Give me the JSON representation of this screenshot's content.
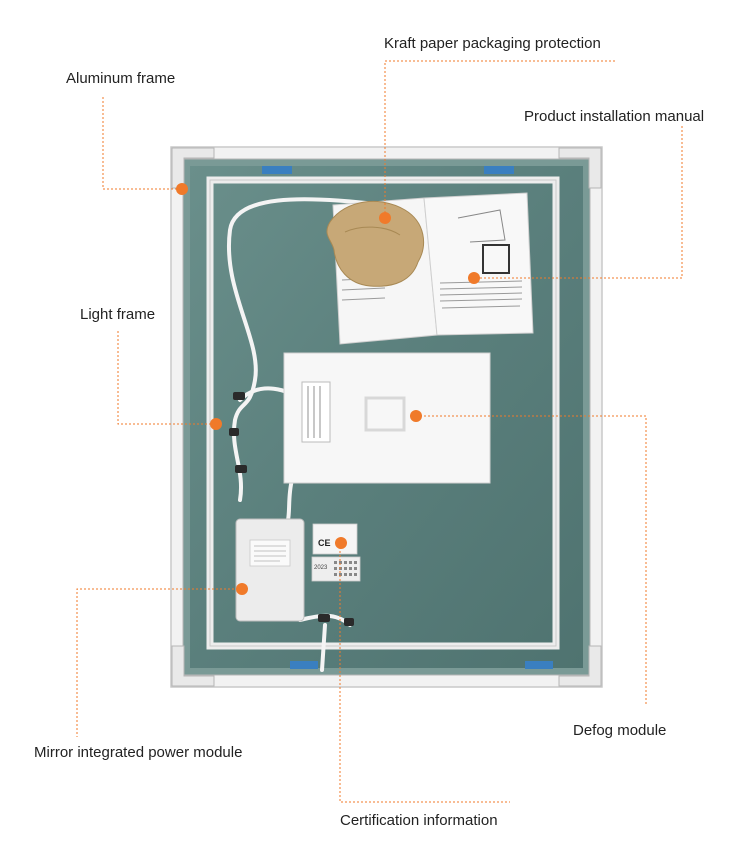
{
  "labels": {
    "aluminum_frame": "Aluminum frame",
    "kraft_paper": "Kraft paper packaging protection",
    "manual": "Product installation manual",
    "light_frame": "Light frame",
    "defog_module": "Defog module",
    "power_module": "Mirror integrated power module",
    "certification": "Certification information"
  },
  "cert_label": {
    "ce_mark": "CE",
    "year": "2023"
  },
  "colors": {
    "marker": "#f07a2a",
    "leader_line": "#f07a2a",
    "frame": "#eeeeee",
    "mirror_glass": "#5f8380"
  }
}
